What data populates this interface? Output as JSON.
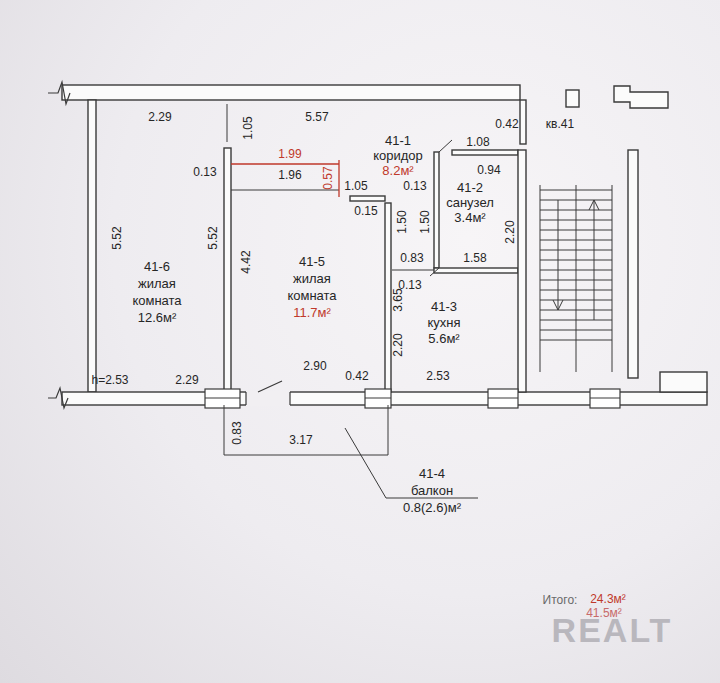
{
  "diagram": {
    "nodes": [
      {
        "text": [
          "41-1",
          "коридор",
          "8.2м²"
        ]
      },
      {
        "text": [
          "41-2",
          "санузел",
          "3.4м²"
        ]
      },
      {
        "text": [
          "41-3",
          "кухня",
          "5.6м²"
        ]
      },
      {
        "text": [
          "41-4",
          "балкон",
          "0.8(2.6)м²"
        ]
      },
      {
        "text": [
          "41-5",
          "жилая комната",
          "11.7м²"
        ]
      },
      {
        "text": [
          "41-6",
          "жилая комната",
          "12.6м²"
        ]
      }
    ],
    "labels": [
      "2.29",
      "1.05",
      "5.57",
      "0.42",
      "кв.41",
      "1.08",
      "0.94",
      "0.13",
      "1.99",
      "1.96",
      "0.57",
      "1.05",
      "0.13",
      "0.15",
      "1.50",
      "1.50",
      "2.20",
      "0.83",
      "1.58",
      "0.13",
      "5.52",
      "5.52",
      "4.42",
      "3.65",
      "2.20",
      "h=2.53",
      "2.29",
      "2.90",
      "0.42",
      "2.53",
      "0.83",
      "3.17",
      "Итого:",
      "24.3м²",
      "41.5м²",
      "REALT"
    ]
  }
}
